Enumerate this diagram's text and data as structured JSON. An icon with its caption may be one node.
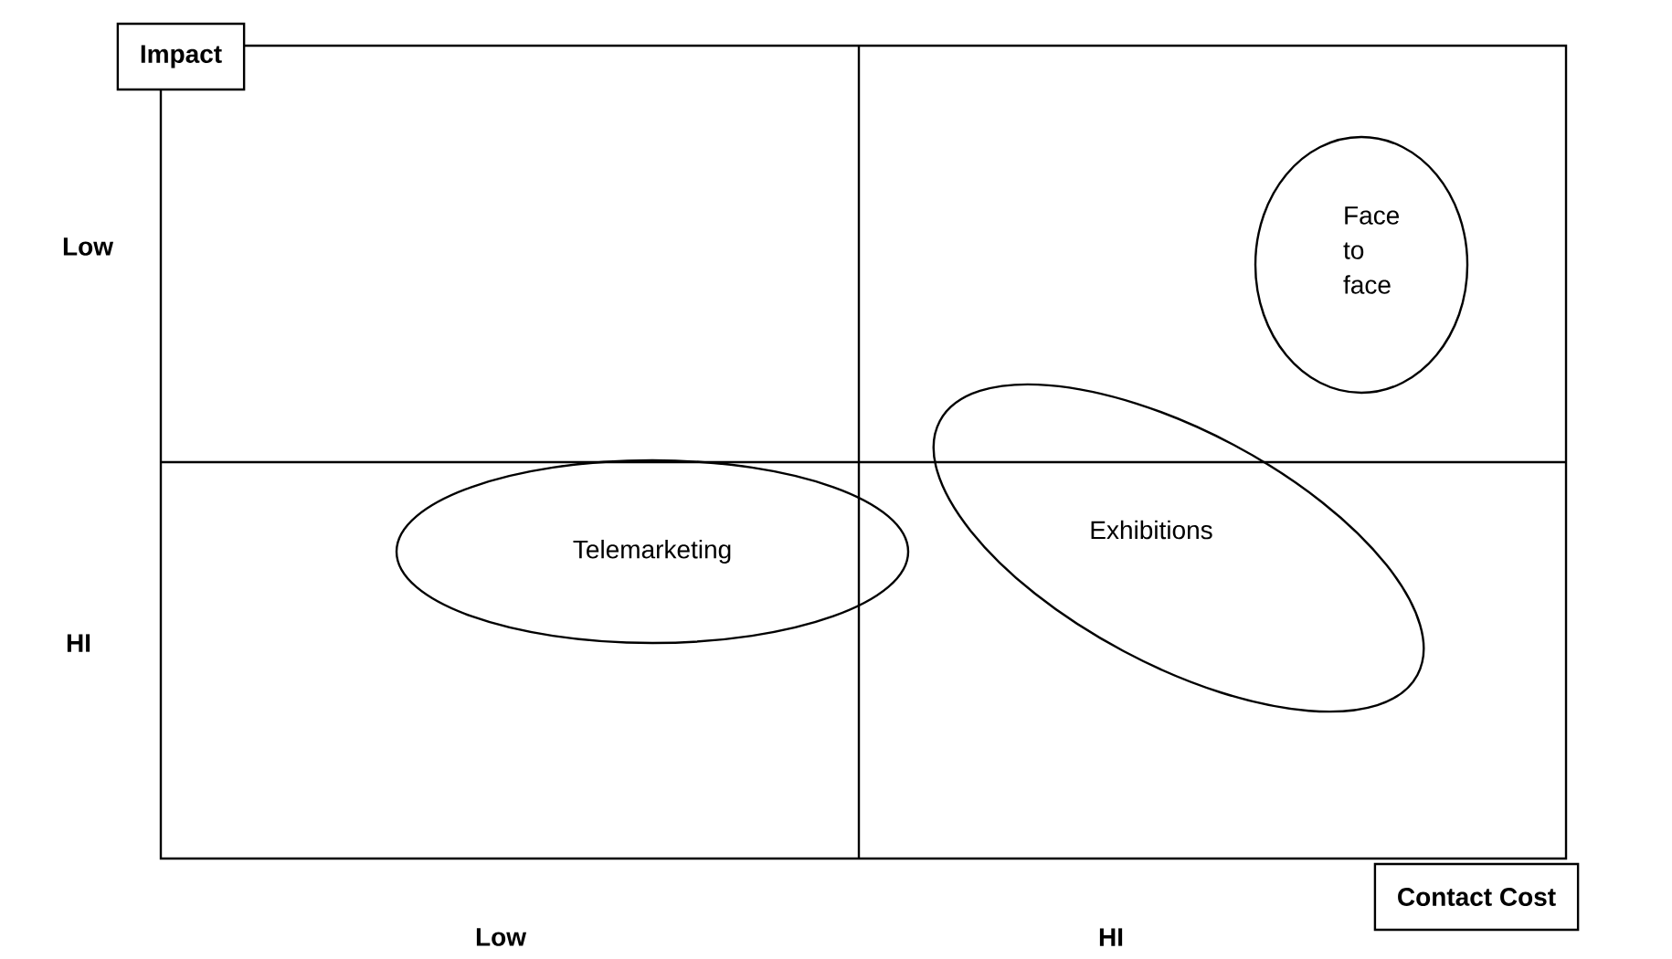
{
  "diagram": {
    "nodes": [
      {
        "text": [
          "Impact"
        ]
      },
      {
        "text": [
          "Contact Cost"
        ]
      },
      {
        "text": [
          "Face to face"
        ]
      },
      {
        "text": [
          "Telemarketing"
        ]
      },
      {
        "text": [
          "Exhibitions"
        ]
      }
    ],
    "labels": [
      "Low",
      "HI",
      "Low",
      "HI"
    ]
  }
}
